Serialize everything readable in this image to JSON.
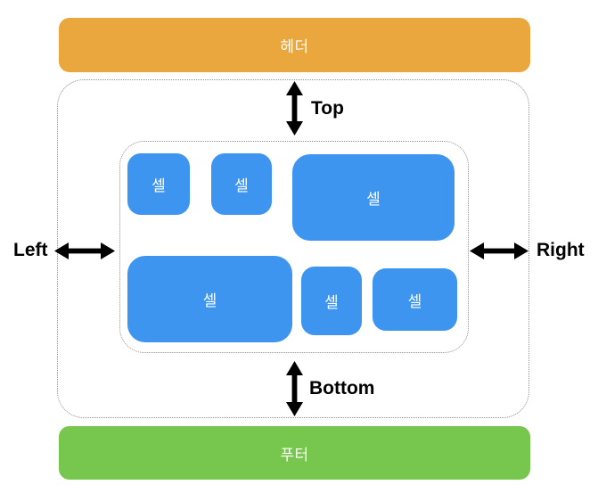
{
  "header": {
    "label": "헤더"
  },
  "footer": {
    "label": "푸터"
  },
  "inset_labels": {
    "top": "Top",
    "bottom": "Bottom",
    "left": "Left",
    "right": "Right"
  },
  "cells": [
    {
      "label": "셀"
    },
    {
      "label": "셀"
    },
    {
      "label": "셀"
    },
    {
      "label": "셀"
    },
    {
      "label": "셀"
    },
    {
      "label": "셀"
    }
  ],
  "colors": {
    "header_bg": "#EAA73E",
    "footer_bg": "#77C64D",
    "cell_bg": "#3E95EF",
    "cell_text": "#FFFFFF",
    "label_text": "#000000",
    "outline_border": "#8F8F8F",
    "arrow": "#000000"
  }
}
